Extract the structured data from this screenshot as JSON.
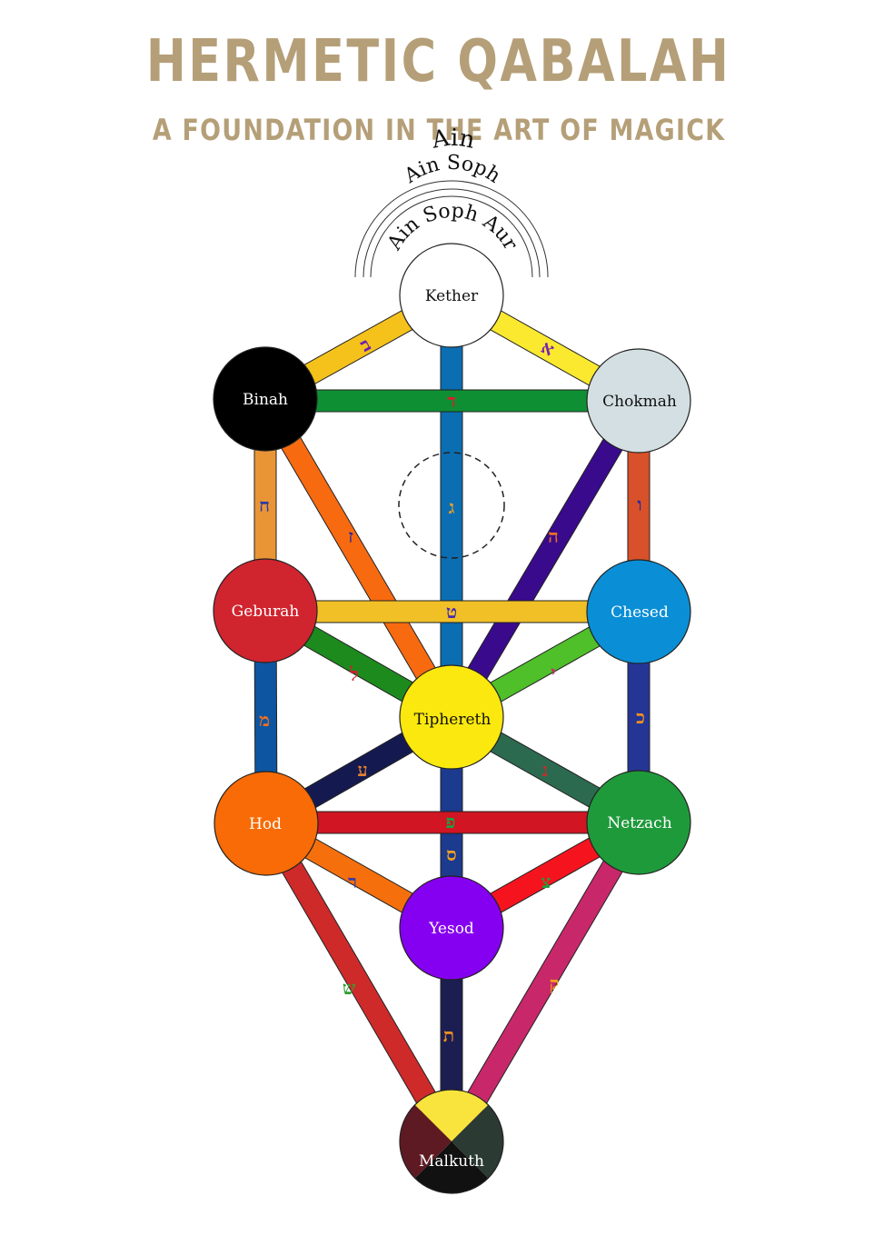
{
  "header": {
    "title": "HERMETIC QABALAH",
    "subtitle": "A FOUNDATION IN THE ART OF MAGICK"
  },
  "veils": {
    "ain": "Ain",
    "ain_soph": "Ain Soph",
    "ain_soph_aur": "Ain Soph Aur"
  },
  "sephiroth": {
    "kether": {
      "label": "Kether",
      "fill": "#ffffff",
      "text": "#111111"
    },
    "chokmah": {
      "label": "Chokmah",
      "fill": "#d3dfe2",
      "text": "#111111"
    },
    "binah": {
      "label": "Binah",
      "fill": "#000000",
      "text": "#ffffff"
    },
    "chesed": {
      "label": "Chesed",
      "fill": "#0a8fd6",
      "text": "#ffffff"
    },
    "geburah": {
      "label": "Geburah",
      "fill": "#d0242f",
      "text": "#ffffff"
    },
    "tiphereth": {
      "label": "Tiphereth",
      "fill": "#fbe80e",
      "text": "#111111"
    },
    "netzach": {
      "label": "Netzach",
      "fill": "#1f9a3b",
      "text": "#ffffff"
    },
    "hod": {
      "label": "Hod",
      "fill": "#f86b06",
      "text": "#ffffff"
    },
    "yesod": {
      "label": "Yesod",
      "fill": "#8500f0",
      "text": "#ffffff"
    },
    "malkuth": {
      "label": "Malkuth",
      "quarters": [
        "#f8e43c",
        "#2b3a33",
        "#111111",
        "#5e1a22"
      ],
      "text": "#ffffff"
    }
  },
  "paths": [
    {
      "id": "kether-chokmah",
      "letter": "א",
      "color": "#fbe930",
      "letter_color": "#7a1fb0"
    },
    {
      "id": "kether-binah",
      "letter": "ב",
      "color": "#f5c21c",
      "letter_color": "#6a1fb0"
    },
    {
      "id": "kether-tiphereth",
      "letter": "ג",
      "color": "#0b6eb2",
      "letter_color": "#f0a020"
    },
    {
      "id": "chokmah-binah",
      "letter": "ד",
      "color": "#0f8f33",
      "letter_color": "#d6202c"
    },
    {
      "id": "chokmah-tiphereth",
      "letter": "ה",
      "color": "#3a0a8c",
      "letter_color": "#f07020"
    },
    {
      "id": "chokmah-chesed",
      "letter": "ו",
      "color": "#d8512a",
      "letter_color": "#2a2a9a"
    },
    {
      "id": "binah-tiphereth",
      "letter": "ז",
      "color": "#f86a10",
      "letter_color": "#2a2aa0"
    },
    {
      "id": "binah-geburah",
      "letter": "ח",
      "color": "#e99536",
      "letter_color": "#2a3aa8"
    },
    {
      "id": "chesed-geburah",
      "letter": "ט",
      "color": "#f0c026",
      "letter_color": "#4a2ab0"
    },
    {
      "id": "chesed-tiphereth",
      "letter": "י",
      "color": "#4fbf2a",
      "letter_color": "#d02a6a"
    },
    {
      "id": "chesed-netzach",
      "letter": "כ",
      "color": "#253596",
      "letter_color": "#f09020"
    },
    {
      "id": "geburah-tiphereth",
      "letter": "ל",
      "color": "#1d8a1e",
      "letter_color": "#d0202c"
    },
    {
      "id": "geburah-hod",
      "letter": "מ",
      "color": "#0d55a0",
      "letter_color": "#f07020"
    },
    {
      "id": "tiphereth-netzach",
      "letter": "נ",
      "color": "#2c6a50",
      "letter_color": "#c0302a"
    },
    {
      "id": "tiphereth-yesod",
      "letter": "ס",
      "color": "#1c3a8e",
      "letter_color": "#f0a020"
    },
    {
      "id": "tiphereth-hod",
      "letter": "ע",
      "color": "#141a50",
      "letter_color": "#e08030"
    },
    {
      "id": "netzach-hod",
      "letter": "פ",
      "color": "#d11522",
      "letter_color": "#1fa040"
    },
    {
      "id": "netzach-yesod",
      "letter": "צ",
      "color": "#f5141e",
      "letter_color": "#1fa040"
    },
    {
      "id": "netzach-malkuth",
      "letter": "ק",
      "color": "#c8286a",
      "letter_color": "#f0a020"
    },
    {
      "id": "hod-yesod",
      "letter": "ר",
      "color": "#f5700d",
      "letter_color": "#3a3aa8"
    },
    {
      "id": "hod-malkuth",
      "letter": "ש",
      "color": "#cf2a2a",
      "letter_color": "#2fa030"
    },
    {
      "id": "yesod-malkuth",
      "letter": "ת",
      "color": "#1c1e52",
      "letter_color": "#f09020"
    }
  ]
}
